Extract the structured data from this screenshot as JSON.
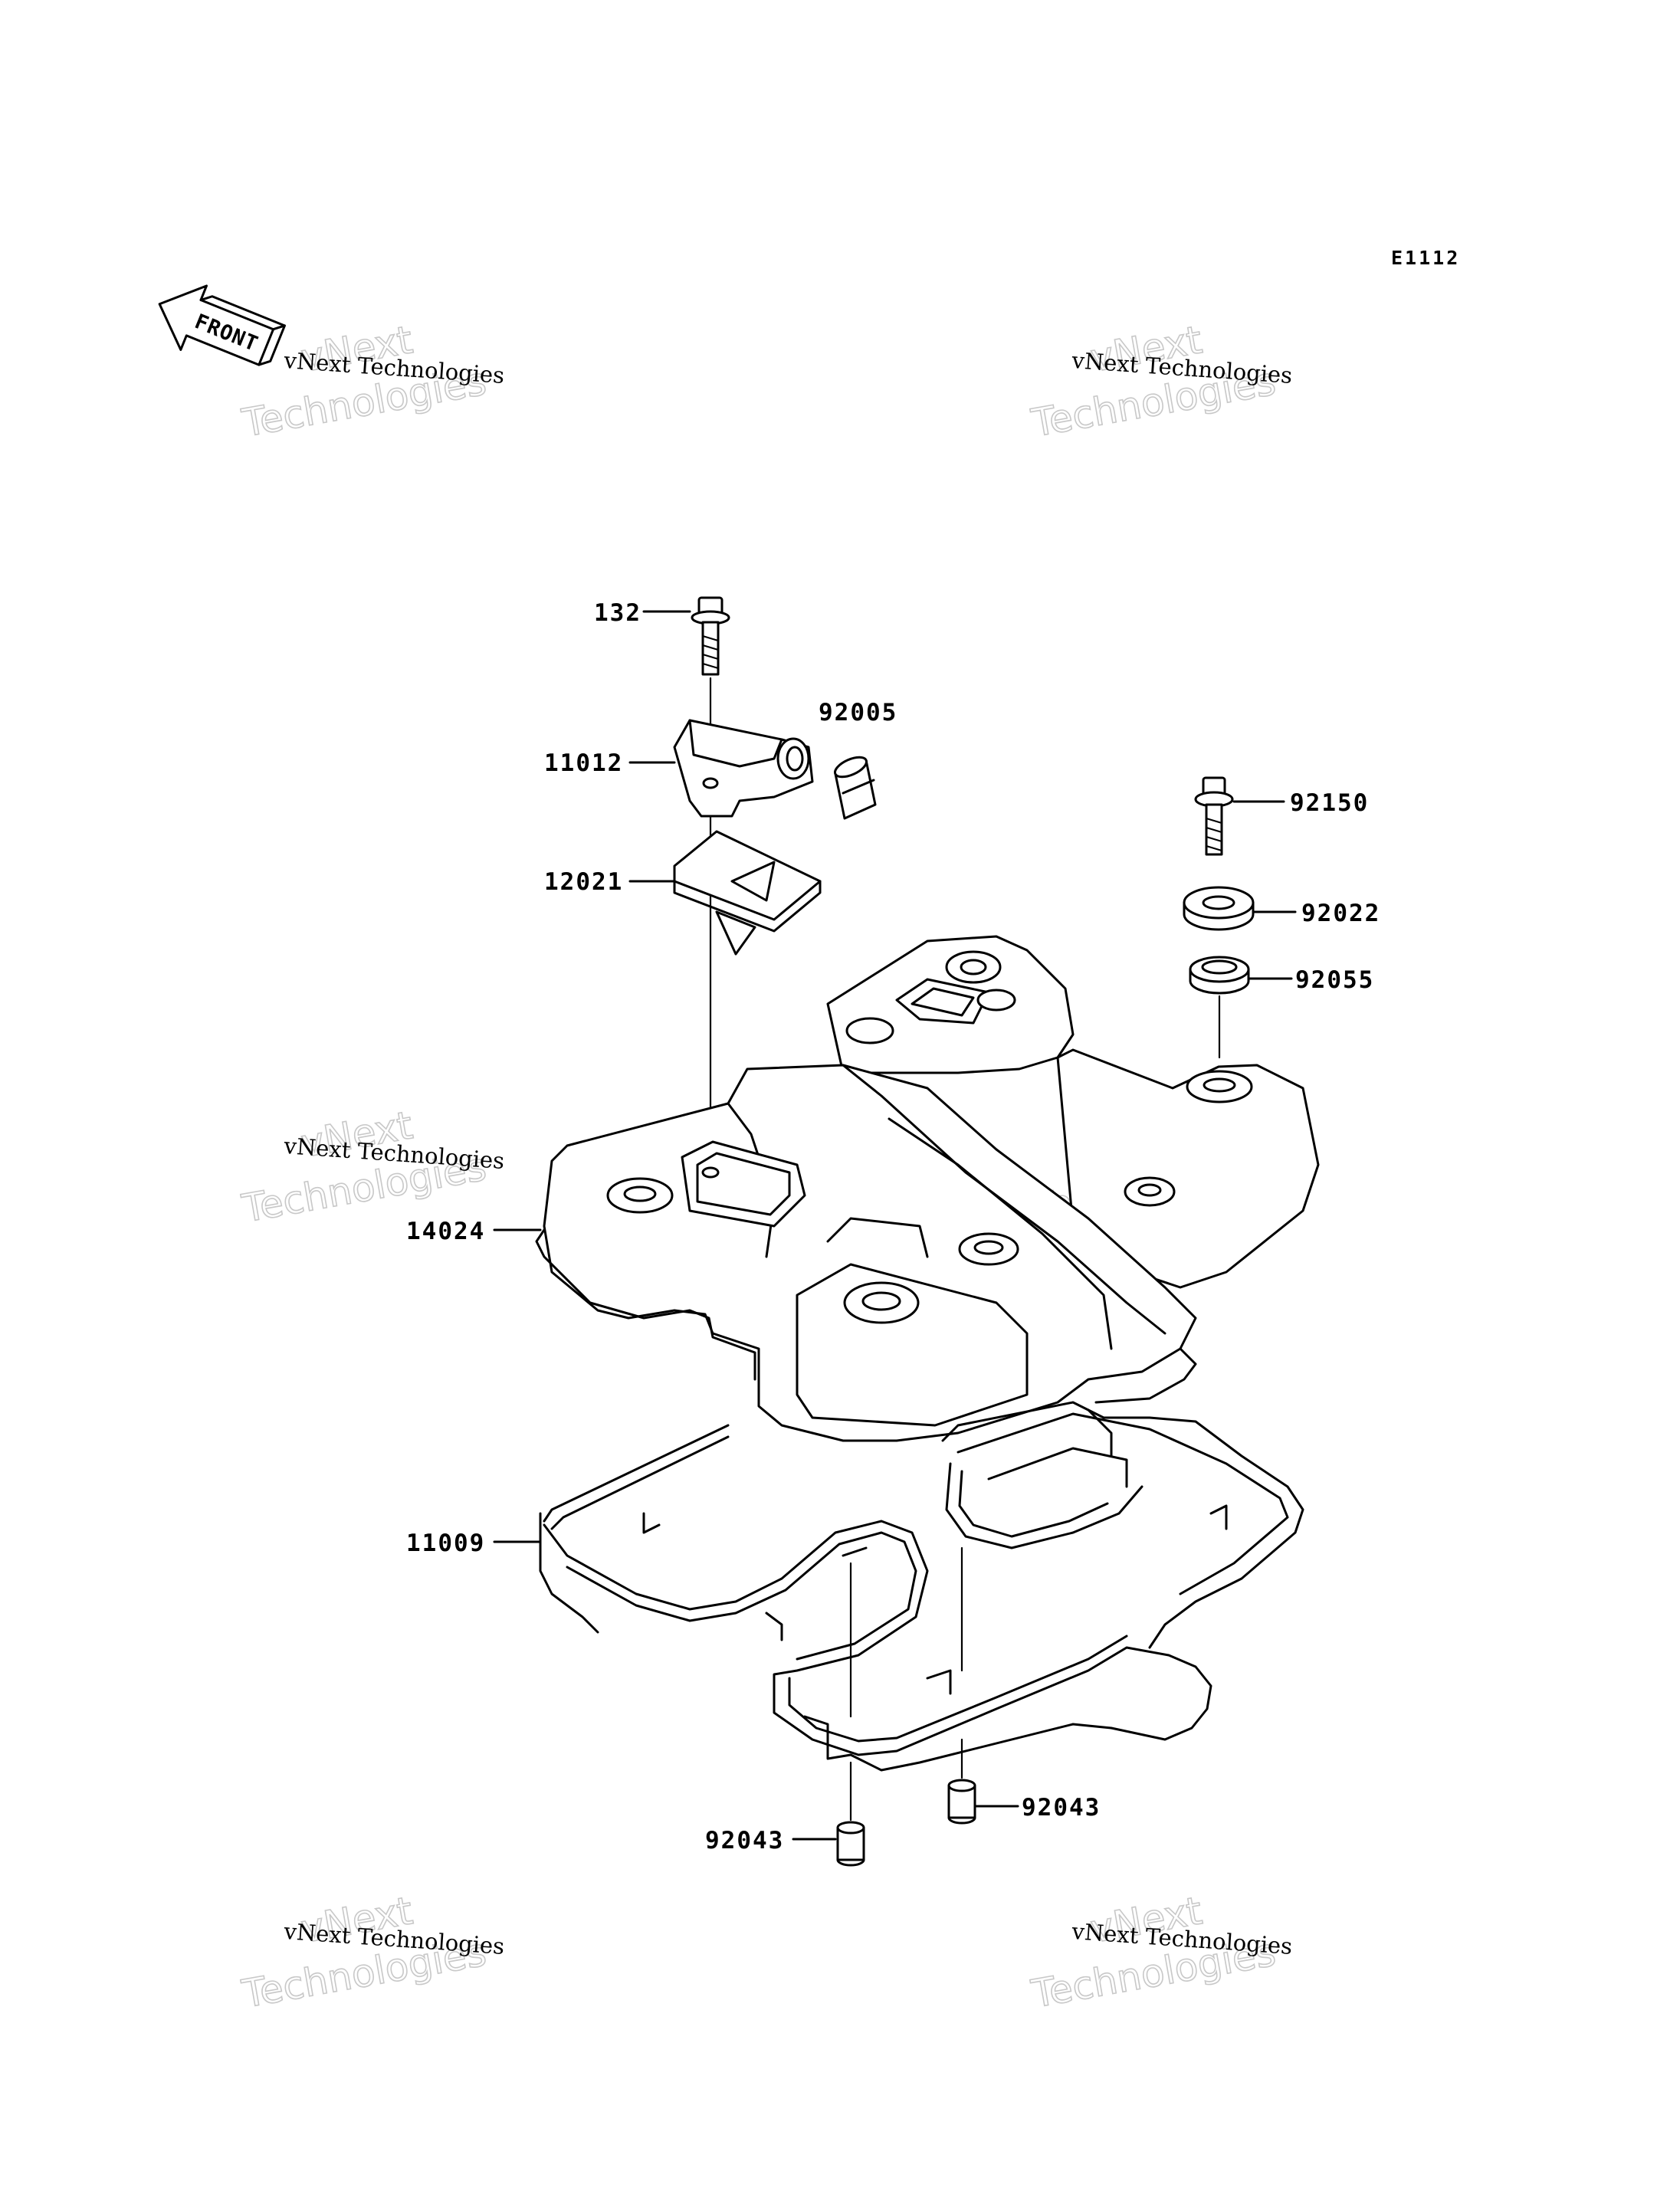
{
  "diagram": {
    "code": "E1112",
    "front_label": "FRONT",
    "watermark": {
      "line_small": "vNext Technologies",
      "line_big_1": "vNext",
      "line_big_2": "Technologies"
    },
    "labels": {
      "bolt_top": "132",
      "holder": "11012",
      "cap_plug": "92005",
      "guide": "12021",
      "bolt_right": "92150",
      "washer": "92022",
      "grommet": "92055",
      "cover": "14024",
      "gasket": "11009",
      "dowel_left": "92043",
      "dowel_right": "92043"
    }
  }
}
